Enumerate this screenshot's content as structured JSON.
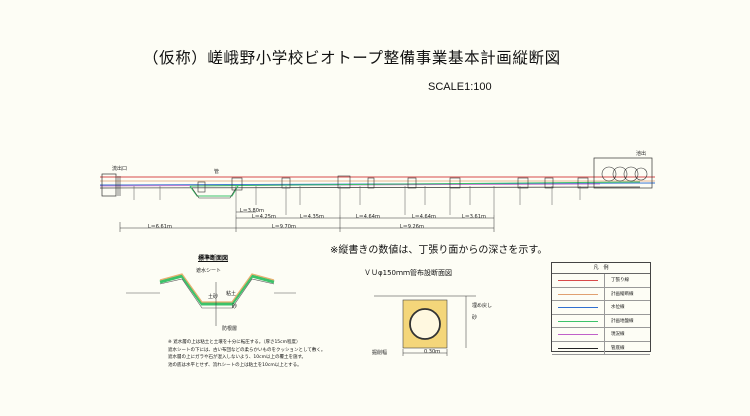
{
  "drawing": {
    "title": "（仮称）嵯峨野小学校ビオトープ整備事業基本計画縦断図",
    "scale": "SCALE1:100",
    "note": "※縦書きの数値は、丁張り面からの深さを示す。"
  },
  "profile": {
    "inlet_label": "流出口",
    "outlet_label": "池出",
    "pipe_label": "管",
    "length_segments": [
      "L＝6.61ｍ",
      "L＝3.80ｍ",
      "L＝4.25ｍ",
      "L＝4.35ｍ",
      "L＝4.64ｍ",
      "L＝4.64ｍ",
      "L＝3.61ｍ"
    ],
    "length_totals": [
      "L＝9.70ｍ",
      "L＝9.26ｍ"
    ]
  },
  "section_standard": {
    "title": "標準断面図",
    "labels": [
      "遮水シート",
      "土砂",
      "粘土",
      "砂",
      "防根層"
    ],
    "notes": [
      "※ 遮水層の上は粘土と土壌を十分に転圧する。（厚さ15cm程度）",
      "遮水シートの下には、古い布団などの柔らかいものをクッションとして敷く。",
      "遮水層の上にガラや石が混入しないよう、10cm以上の覆土を施す。",
      "池の底は水平とせず、流れシートの上は粘土を10cm以上とする。"
    ]
  },
  "section_pipe": {
    "title": "ＶＵφ150ｍｍ管布設断面図",
    "labels": [
      "埋め戻し",
      "砂",
      "掘削幅",
      "0.30ｍ"
    ]
  },
  "legend": {
    "title": "凡　例",
    "items": [
      {
        "label": "丁張り線",
        "color": "#d84a4a"
      },
      {
        "label": "計画縦断線",
        "color": "#e0a070"
      },
      {
        "label": "水位線",
        "color": "#2f6fd0"
      },
      {
        "label": "計画地盤線",
        "color": "#3cc26a"
      },
      {
        "label": "現況線",
        "color": "#c060c8"
      },
      {
        "label": "管底線",
        "color": "#222222"
      }
    ]
  }
}
